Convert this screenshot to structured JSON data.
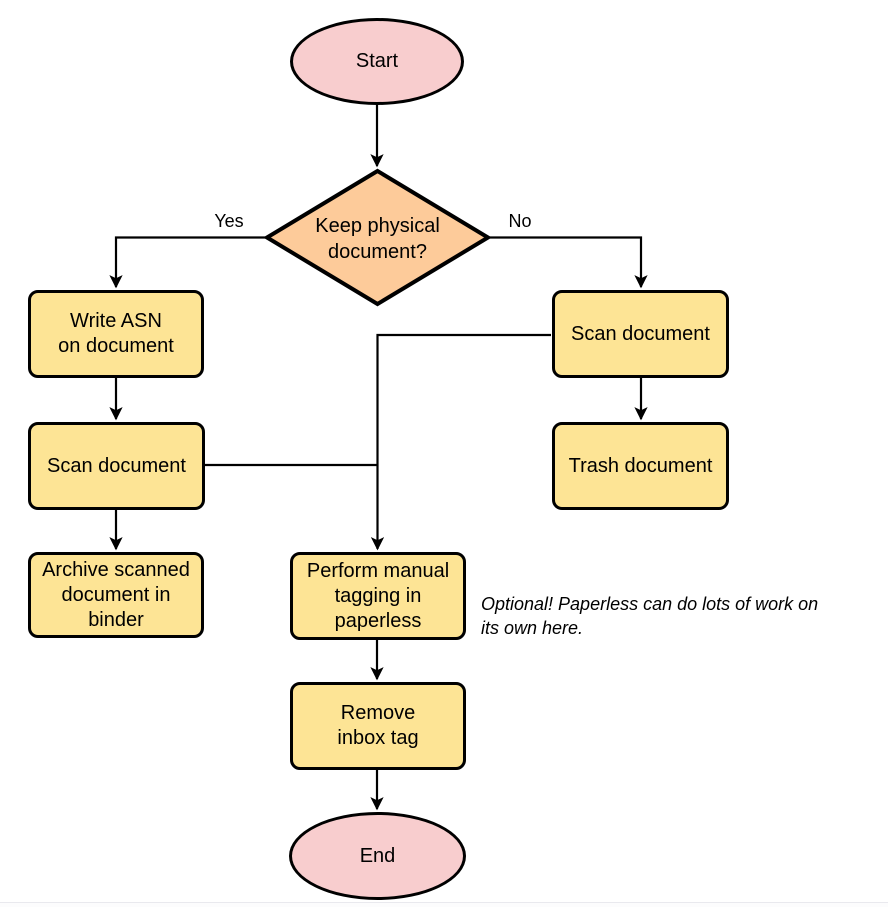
{
  "colors": {
    "terminal_fill": "#F8CDCE",
    "decision_fill": "#FDCB9A",
    "process_fill": "#FDE495",
    "stroke": "#000000"
  },
  "nodes": {
    "start": {
      "label": "Start",
      "type": "terminal"
    },
    "decision": {
      "label": "Keep physical\ndocument?",
      "type": "decision"
    },
    "write_asn": {
      "label": "Write ASN\non document",
      "type": "process"
    },
    "scan_left": {
      "label": "Scan document",
      "type": "process"
    },
    "archive": {
      "label": "Archive scanned\ndocument in\nbinder",
      "type": "process"
    },
    "scan_right": {
      "label": "Scan document",
      "type": "process"
    },
    "trash": {
      "label": "Trash document",
      "type": "process"
    },
    "tagging": {
      "label": "Perform manual\ntagging in\npaperless",
      "type": "process"
    },
    "remove_inbox": {
      "label": "Remove\ninbox tag",
      "type": "process"
    },
    "end": {
      "label": "End",
      "type": "terminal"
    }
  },
  "edge_labels": {
    "yes": "Yes",
    "no": "No"
  },
  "note": {
    "text": "Optional! Paperless can do lots of work on\nits own here."
  }
}
